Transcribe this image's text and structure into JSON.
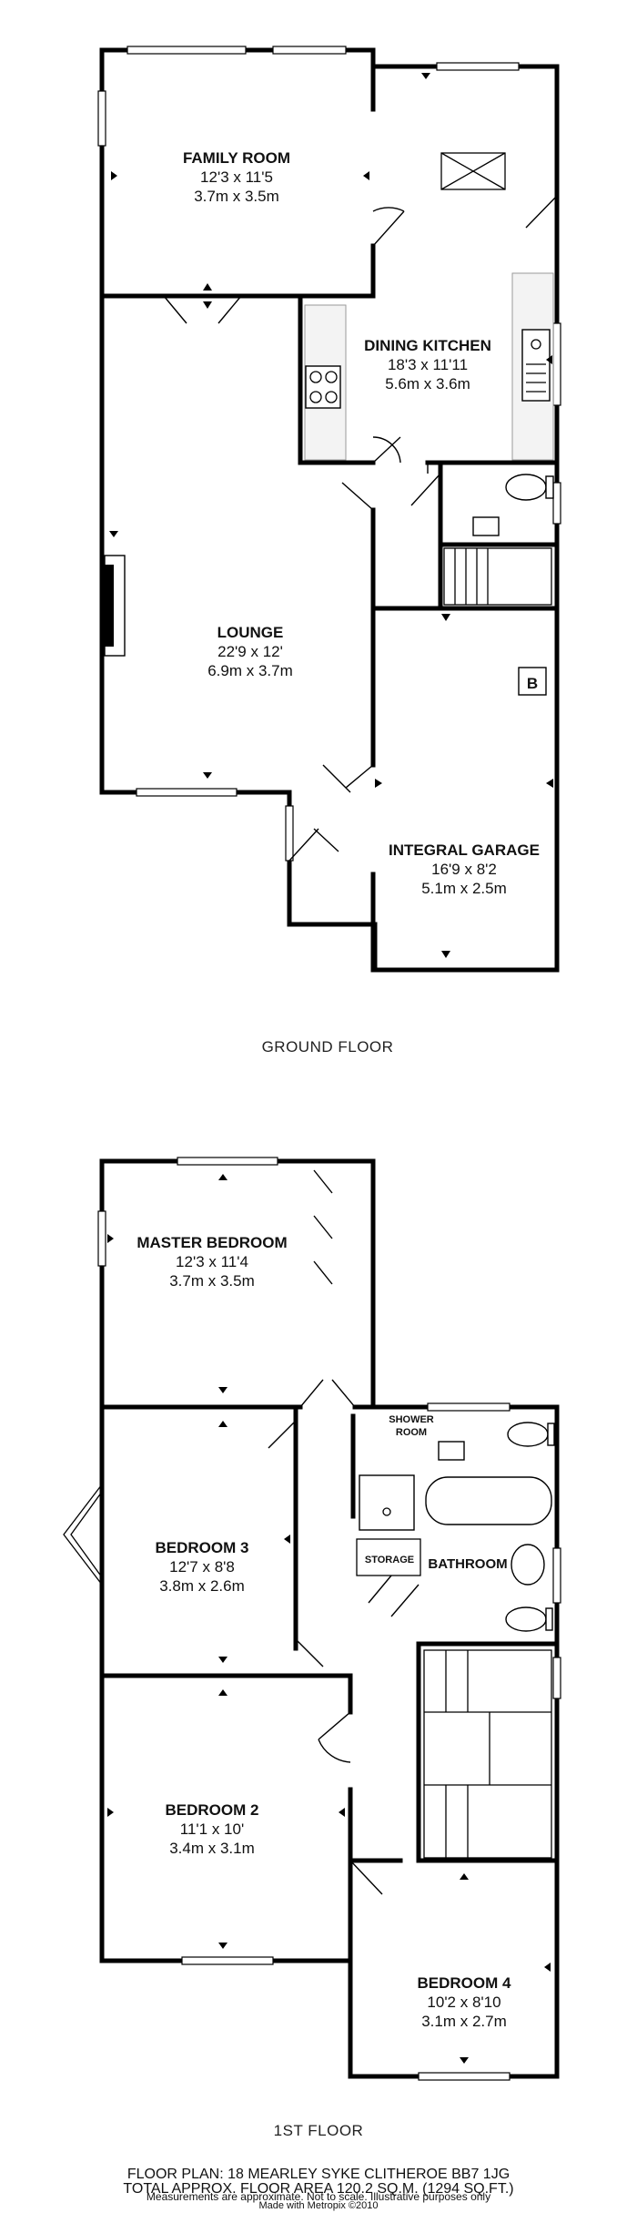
{
  "ground_floor": {
    "title": "GROUND FLOOR",
    "rooms": [
      {
        "name": "FAMILY ROOM",
        "imperial": "12'3 x 11'5",
        "metric": "3.7m x 3.5m"
      },
      {
        "name": "DINING KITCHEN",
        "imperial": "18'3 x 11'11",
        "metric": "5.6m x 3.6m"
      },
      {
        "name": "LOUNGE",
        "imperial": "22'9 x 12'",
        "metric": "6.9m x 3.7m"
      },
      {
        "name": "INTEGRAL GARAGE",
        "imperial": "16'9 x 8'2",
        "metric": "5.1m x 2.5m"
      }
    ],
    "boiler_label": "B"
  },
  "first_floor": {
    "title": "1ST FLOOR",
    "rooms": [
      {
        "name": "MASTER BEDROOM",
        "imperial": "12'3 x 11'4",
        "metric": "3.7m x 3.5m"
      },
      {
        "name": "BEDROOM 3",
        "imperial": "12'7 x 8'8",
        "metric": "3.8m x 2.6m"
      },
      {
        "name": "BEDROOM 2",
        "imperial": "11'1 x 10'",
        "metric": "3.4m x 3.1m"
      },
      {
        "name": "BEDROOM 4",
        "imperial": "10'2 x 8'10",
        "metric": "3.1m x 2.7m"
      }
    ],
    "labels": {
      "shower_line1": "SHOWER",
      "shower_line2": "ROOM",
      "storage": "STORAGE",
      "bathroom": "BATHROOM"
    }
  },
  "footer": {
    "line1": "FLOOR PLAN: 18 MEARLEY SYKE CLITHEROE BB7 1JG",
    "line2": "TOTAL APPROX. FLOOR AREA 120.2 SQ.M. (1294 SQ.FT.)",
    "line3": "Measurements are approximate.  Not to scale.  Illustrative purposes only",
    "line4": "Made with Metropix ©2010"
  }
}
